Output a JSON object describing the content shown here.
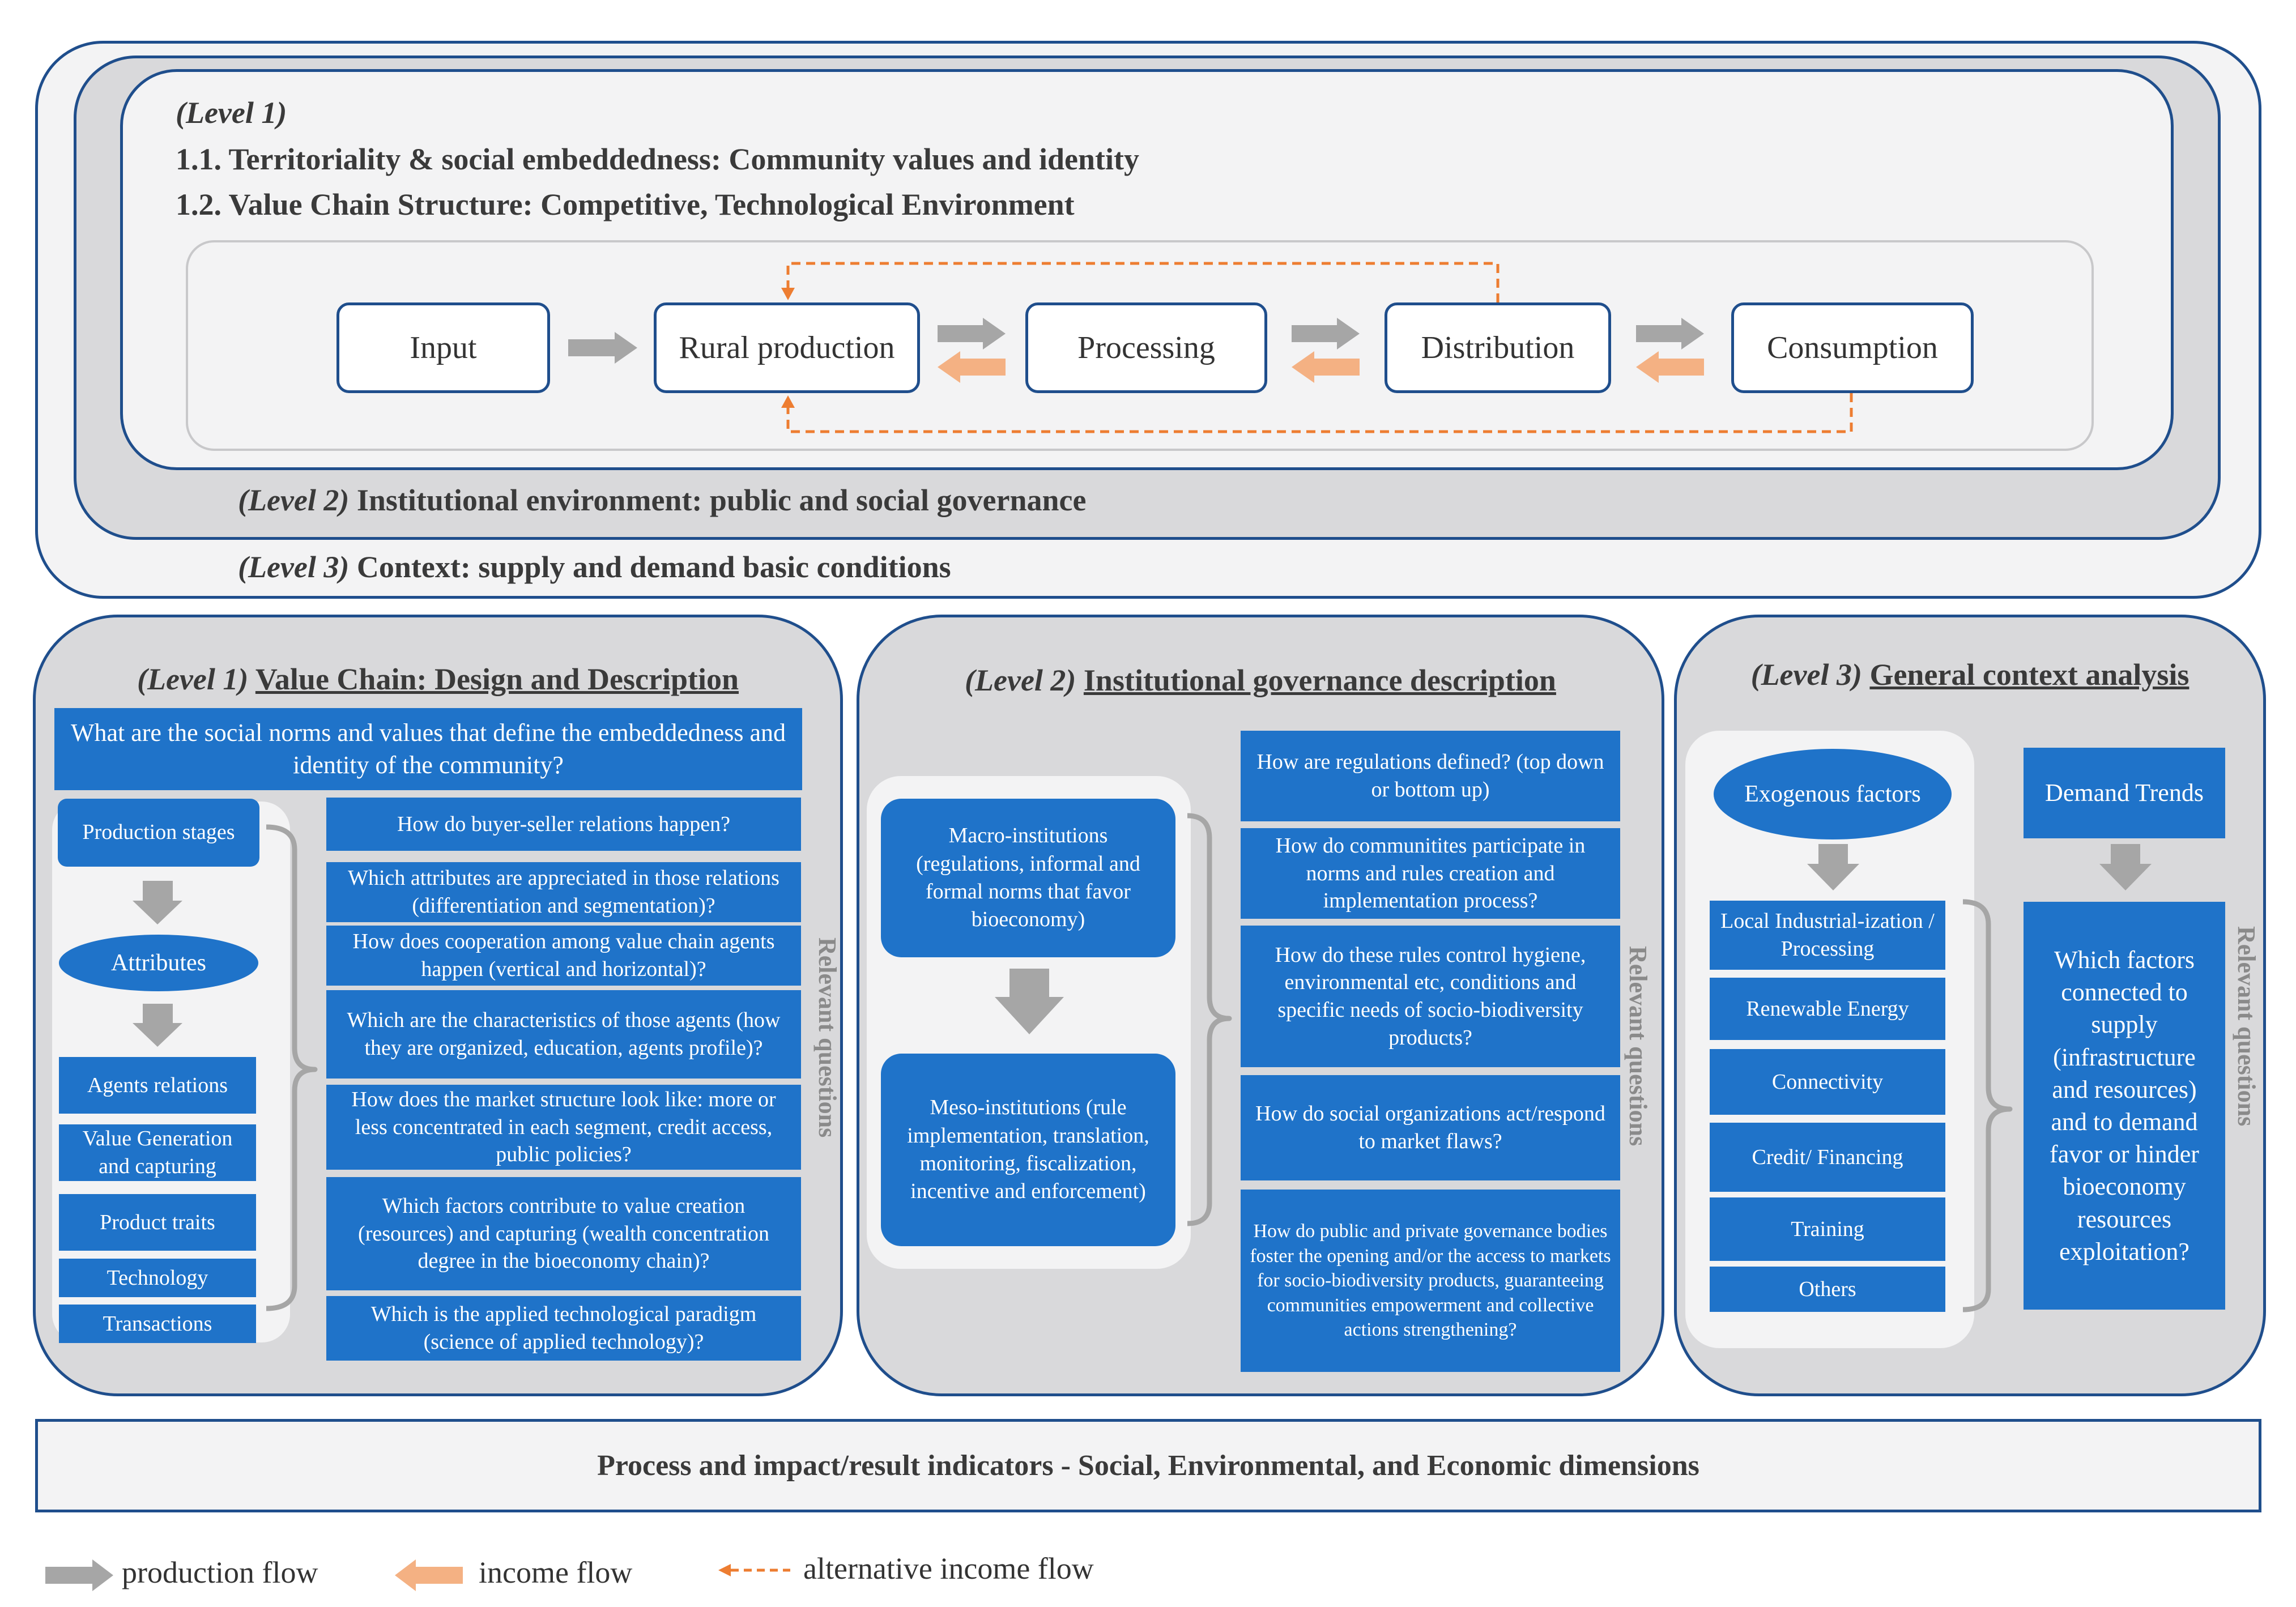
{
  "framework": {
    "level1_label": "(Level 1)",
    "level1_item1": "1.1. Territoriality & social embeddedness: Community values and identity",
    "level1_item2": "1.2. Value Chain Structure: Competitive, Technological Environment",
    "stages": [
      "Input",
      "Rural production",
      "Processing",
      "Distribution",
      "Consumption"
    ],
    "level2_prefix": "(Level 2)",
    "level2_text": " Institutional environment: public and social governance",
    "level3_prefix": "(Level 3)",
    "level3_text": " Context: supply and demand basic conditions"
  },
  "panel1": {
    "prefix": "(Level 1)",
    "title": "Value Chain: Design and Description",
    "top_question": "What are the social norms and values that define the embeddedness and identity of the community?",
    "production_stages": "Production stages",
    "attributes": "Attributes",
    "items": [
      "Agents relations",
      "Value Generation and capturing",
      "Product traits",
      "Technology",
      "Transactions"
    ],
    "questions": [
      "How do buyer-seller relations happen?",
      "Which attributes are appreciated in those relations (differentiation and segmentation)?",
      "How does cooperation among value chain agents happen (vertical and horizontal)?",
      "Which are the characteristics of those agents (how they are organized, education, agents profile)?",
      "How does the market structure look like: more or less concentrated in each segment, credit access, public policies?",
      "Which factors contribute to value creation (resources) and capturing (wealth concentration degree in the bioeconomy chain)?",
      "Which is the applied technological paradigm (science of applied technology)?"
    ],
    "relevant_questions": "Relevant questions"
  },
  "panel2": {
    "prefix": "(Level 2)",
    "title": "Institutional governance description",
    "macro": "Macro-institutions (regulations, informal and formal norms that favor bioeconomy)",
    "meso": "Meso-institutions (rule implementation, translation, monitoring, fiscalization, incentive and enforcement)",
    "questions": [
      "How are regulations defined? (top down or bottom up)",
      "How do communitites participate in norms and rules creation and implementation process?",
      "How do these rules control hygiene, environmental etc, conditions and specific needs of socio-biodiversity products?",
      "How do social organizations act/respond to market flaws?",
      "How do public and private governance bodies foster the opening and/or the access to markets for socio-biodiversity products, guaranteeing communities empowerment and collective actions strengthening?"
    ],
    "relevant_questions": "Relevant questions"
  },
  "panel3": {
    "prefix": "(Level 3)",
    "title": "General context analysis",
    "exogenous": "Exogenous factors",
    "factors": [
      "Local Industrial-ization / Processing",
      "Renewable Energy",
      "Connectivity",
      "Credit/ Financing",
      "Training",
      "Others"
    ],
    "demand": "Demand Trends",
    "question": "Which factors connected to supply (infrastructure and resources) and to demand favor or hinder bioeconomy resources exploitation?",
    "relevant_questions": "Relevant questions"
  },
  "indicators": "Process and impact/result indicators - Social, Environmental, and Economic dimensions",
  "legend": {
    "production": "production flow",
    "income": "income flow",
    "alternative": "alternative income flow"
  },
  "colors": {
    "frame_border": "#1f4e8c",
    "box_blue": "#1f73c9",
    "production_arrow": "#a6a6a6",
    "income_arrow": "#f4b183",
    "alt_income": "#ed7d31"
  }
}
